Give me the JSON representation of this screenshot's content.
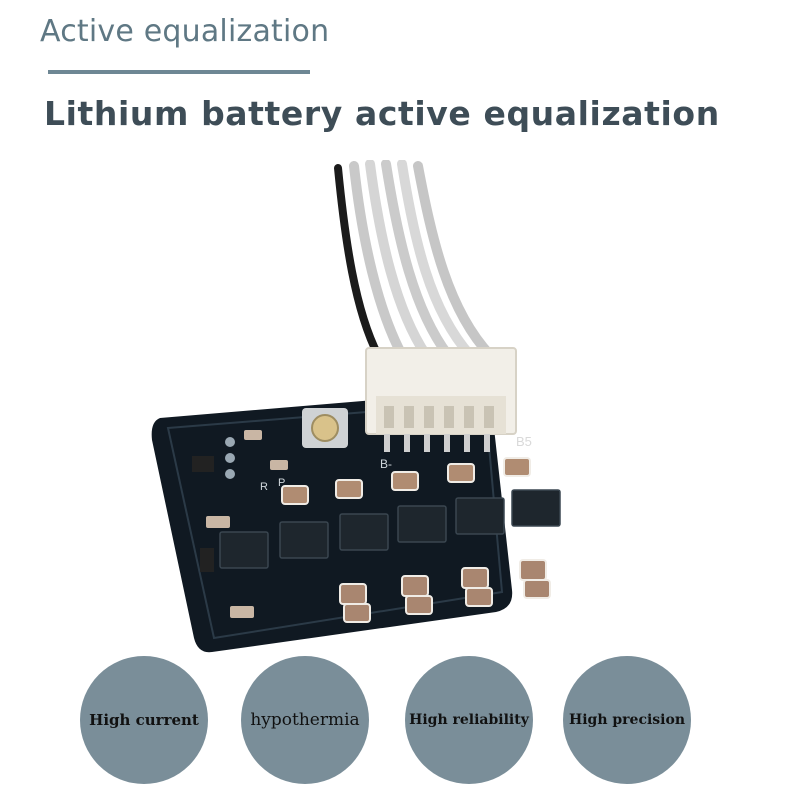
{
  "header": {
    "section_title": "Active equalization",
    "headline": "Lithium battery active equalization"
  },
  "product": {
    "connector_label": "B5",
    "board_labels": [
      "R",
      "P",
      "B-"
    ]
  },
  "features": [
    {
      "label": "High current"
    },
    {
      "label": "hypothermia"
    },
    {
      "label": "High reliability"
    },
    {
      "label": "High precision"
    }
  ],
  "colors": {
    "accent": "#6e8794",
    "headline": "#3e4d57",
    "circle": "#7a8e99",
    "pcb": "#101922"
  }
}
